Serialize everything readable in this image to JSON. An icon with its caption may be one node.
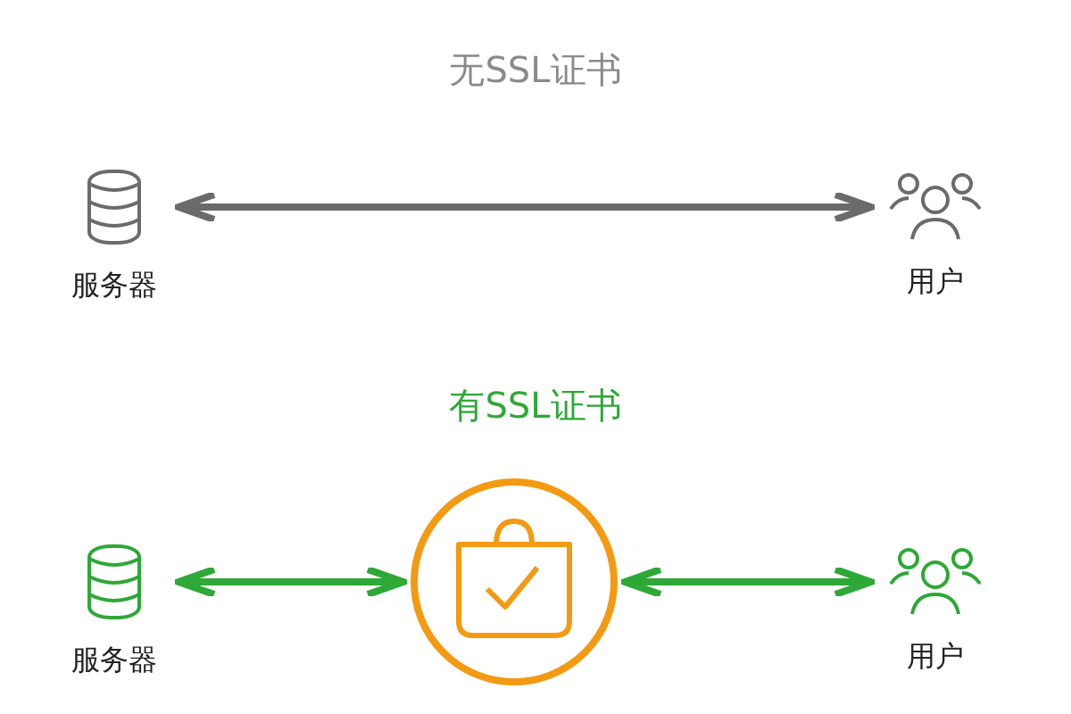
{
  "diagram": {
    "nodes": [
      {
        "text": [
          "服务器"
        ]
      },
      {
        "text": [
          "用户"
        ]
      },
      {
        "text": [
          "服务器"
        ]
      },
      {
        "text": [],
        "shape": "circle"
      },
      {
        "text": [
          "用户"
        ]
      }
    ],
    "edges": [
      {
        "from": 0,
        "to": 1,
        "arrow": "both",
        "color": "#6b6b6b"
      },
      {
        "from": 2,
        "to": 3,
        "arrow": "both"
      },
      {
        "from": 3,
        "to": 4,
        "arrow": "both"
      }
    ],
    "labels": [
      "无SSL证书",
      "有SSL证书"
    ]
  }
}
